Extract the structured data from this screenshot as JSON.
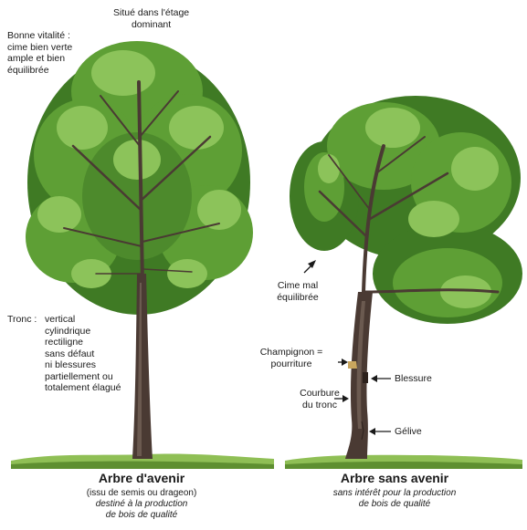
{
  "colors": {
    "foliage_dark": "#3f7a24",
    "foliage_mid": "#5e9f35",
    "foliage_light": "#8cc35a",
    "trunk": "#4a3a33",
    "ground": "#8fbf55",
    "arrow": "#1a1a1a"
  },
  "left_tree": {
    "label_top": [
      "Situé dans l'étage",
      "dominant"
    ],
    "label_vitality": [
      "Bonne vitalité :",
      "cime bien verte",
      "ample et bien",
      "équilibrée"
    ],
    "label_trunk_prefix": "Tronc :",
    "label_trunk": [
      "vertical",
      "cylindrique",
      "rectiligne",
      "sans défaut",
      "ni blessures",
      "partiellement ou",
      "totalement élagué"
    ],
    "caption_title": "Arbre d'avenir",
    "caption_lines": [
      "(issu de semis ou drageon)",
      "destiné à la production",
      "de bois de  qualité"
    ]
  },
  "right_tree": {
    "label_cime": [
      "Cime mal",
      "équilibrée"
    ],
    "label_champignon": [
      "Champignon =",
      "pourriture"
    ],
    "label_blessure": "Blessure",
    "label_courbure": [
      "Courbure",
      "du tronc"
    ],
    "label_gelive": "Gélive",
    "caption_title": "Arbre sans avenir",
    "caption_lines": [
      "sans intérêt pour la production",
      "de bois de  qualité"
    ]
  }
}
